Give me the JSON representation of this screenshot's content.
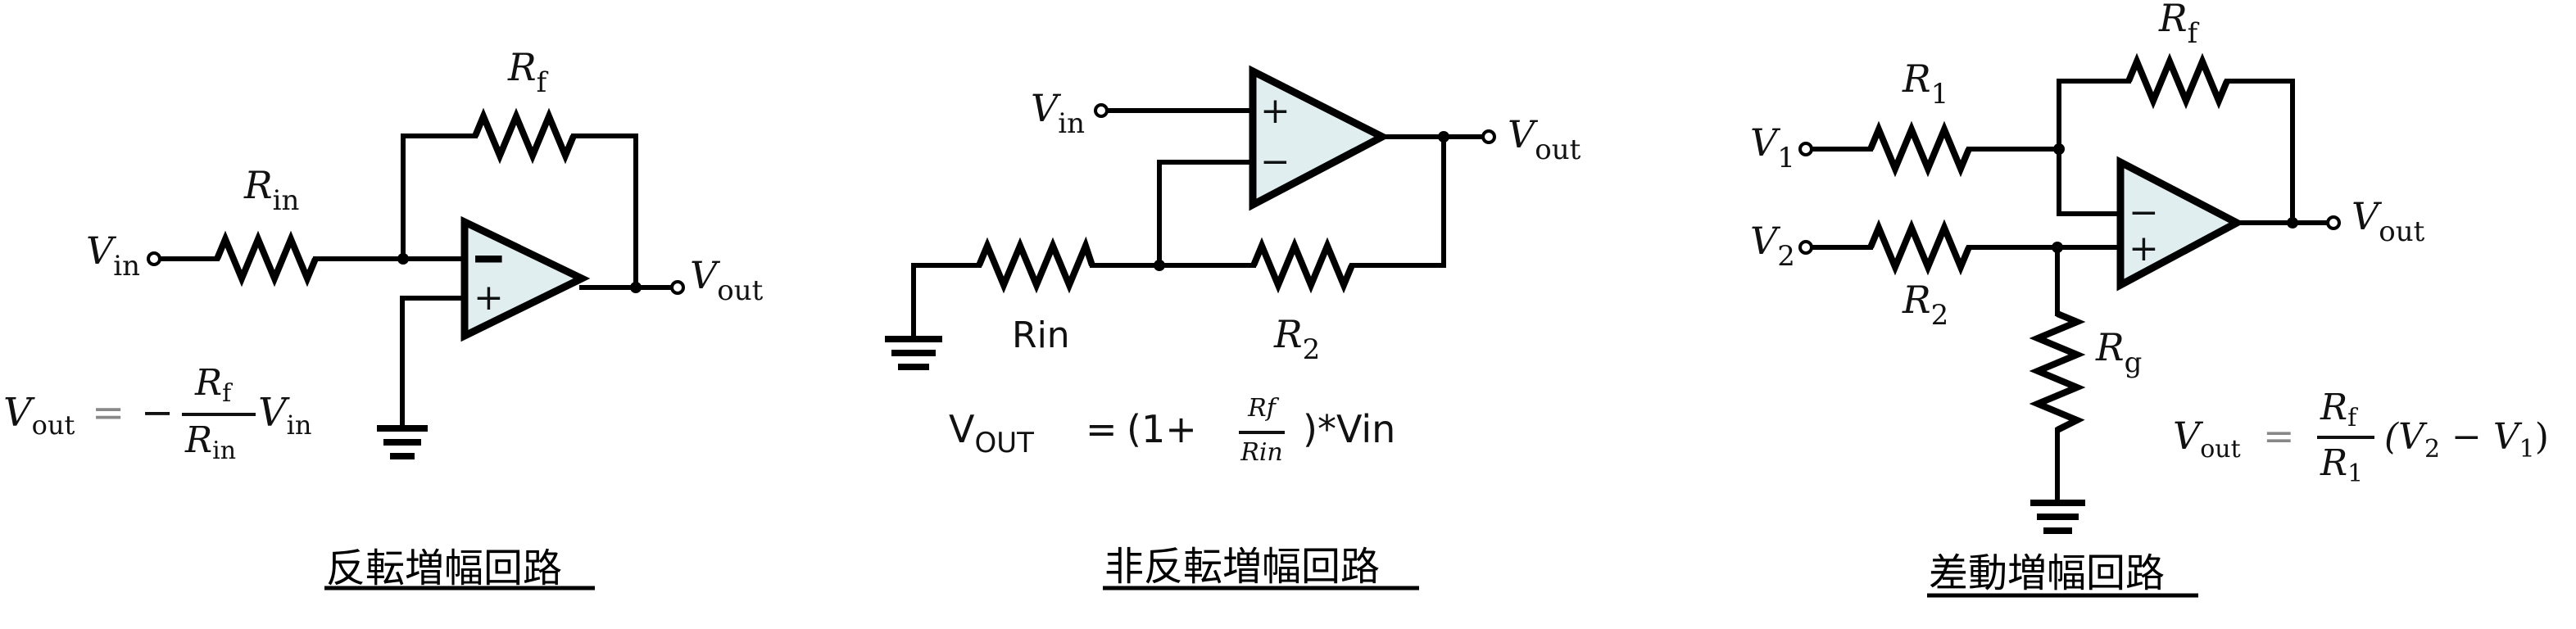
{
  "colors": {
    "opamp_fill": "#e1eef0",
    "line": "#000000",
    "background": "#ffffff"
  },
  "circuits": [
    {
      "id": "inverting",
      "caption": "反転増幅回路",
      "labels": {
        "vin": {
          "main": "V",
          "sub": "in"
        },
        "vout": {
          "main": "V",
          "sub": "out"
        },
        "r_in": {
          "main": "R",
          "sub": "in"
        },
        "r_f": {
          "main": "R",
          "sub": "f"
        }
      },
      "opamp_inputs": {
        "top": "−",
        "bottom": "+"
      },
      "formula": {
        "lhs_main": "V",
        "lhs_sub": "out",
        "equals": "=",
        "sign": "−",
        "num_main": "R",
        "num_sub": "f",
        "den_main": "R",
        "den_sub": "in",
        "tail_main": "V",
        "tail_sub": "in"
      }
    },
    {
      "id": "non-inverting",
      "caption": "非反転増幅回路",
      "labels": {
        "vin": {
          "main": "V",
          "sub": "in"
        },
        "vout": {
          "main": "V",
          "sub": "out"
        },
        "r_in": "Rin",
        "r_2": {
          "main": "R",
          "sub": "2"
        }
      },
      "opamp_inputs": {
        "top": "+",
        "bottom": "−"
      },
      "formula": {
        "lhs_main": "V",
        "lhs_sub": "OUT",
        "equals": "=",
        "open": "(1+",
        "num": "Rf",
        "den": "Rin",
        "close": ")*Vin"
      }
    },
    {
      "id": "differential",
      "caption": "差動増幅回路",
      "labels": {
        "v1": {
          "main": "V",
          "sub": "1"
        },
        "v2": {
          "main": "V",
          "sub": "2"
        },
        "vout": {
          "main": "V",
          "sub": "out"
        },
        "r_1": {
          "main": "R",
          "sub": "1"
        },
        "r_2": {
          "main": "R",
          "sub": "2"
        },
        "r_f": {
          "main": "R",
          "sub": "f"
        },
        "r_g": {
          "main": "R",
          "sub": "g"
        }
      },
      "opamp_inputs": {
        "top": "−",
        "bottom": "+"
      },
      "formula": {
        "lhs_main": "V",
        "lhs_sub": "out",
        "equals": "=",
        "num_main": "R",
        "num_sub": "f",
        "den_main": "R",
        "den_sub": "1",
        "tail": "(V",
        "tail_sub1": "2",
        "tail_mid": " − V",
        "tail_sub2": "1",
        "tail_close": ")"
      }
    }
  ]
}
